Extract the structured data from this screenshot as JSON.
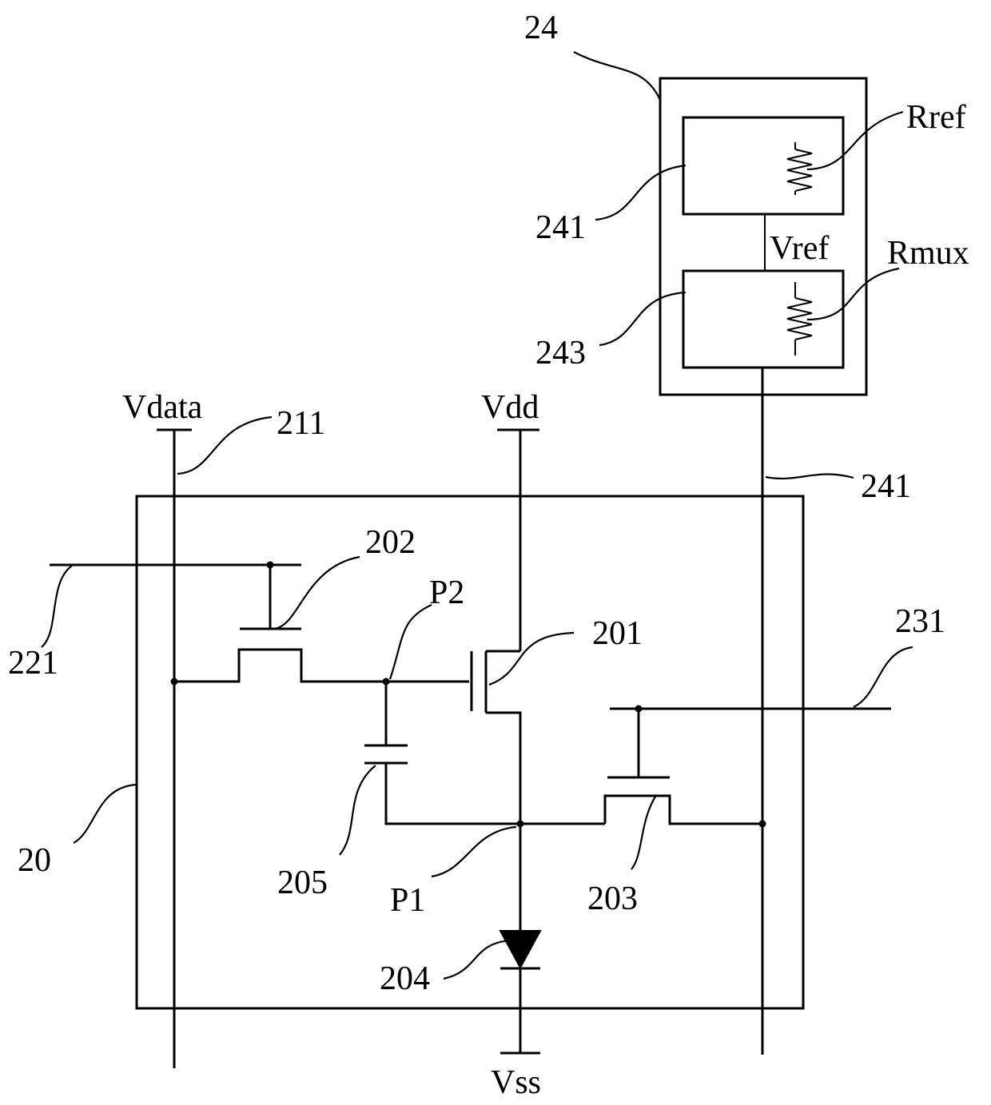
{
  "labels": {
    "module_24": "24",
    "rref": "Rref",
    "block_241_top": "241",
    "vref": "Vref",
    "rmux": "Rmux",
    "block_243": "243",
    "vdata": "Vdata",
    "line_211": "211",
    "vdd": "Vdd",
    "line_241_right": "241",
    "tft_202": "202",
    "scan_221": "221",
    "node_p2": "P2",
    "tft_201": "201",
    "scan_231": "231",
    "cap_205": "205",
    "node_p1": "P1",
    "tft_203": "203",
    "pixel_20": "20",
    "led_204": "204",
    "vss": "Vss"
  }
}
